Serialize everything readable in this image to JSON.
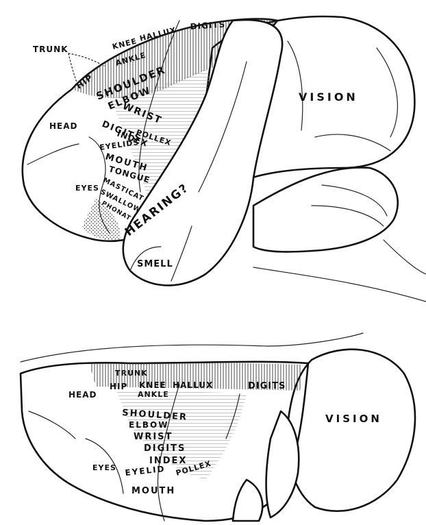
{
  "upper_view": {
    "labels": {
      "trunk": "TRUNK",
      "knee": "KNEE",
      "hallux": "HALLUX",
      "digits": "DIGITS",
      "hip": "HIP",
      "ankle": "ANKLE",
      "shoulder": "SHOULDER",
      "elbow": "ELBOW",
      "wrist": "WRIST",
      "digits_hand": "DIGITS",
      "index": "INDEX",
      "pollex": "POLLEX",
      "eyelids": "EYELIDS",
      "head": "HEAD",
      "mouth": "MOUTH",
      "tongue": "TONGUE",
      "masticat": "MASTICAT",
      "swallow": "SWALLOW",
      "phonat": "PHONAT",
      "eyes": "EYES",
      "hearing": "HEARING?",
      "vision": "VISION",
      "smell": "SMELL"
    }
  },
  "lower_view": {
    "labels": {
      "trunk": "TRUNK",
      "hip": "HIP",
      "knee": "KNEE",
      "ankle": "ANKLE",
      "hallux": "HALLUX",
      "digits": "DIGITS",
      "head": "HEAD",
      "shoulder": "SHOULDER",
      "elbow": "ELBOW",
      "wrist": "WRIST",
      "digits_hand": "DIGITS",
      "index": "INDEX",
      "pollex": "POLLEX",
      "eyes": "EYES",
      "eyelid": "EYELID",
      "mouth": "MOUTH",
      "vision": "VISION"
    }
  }
}
